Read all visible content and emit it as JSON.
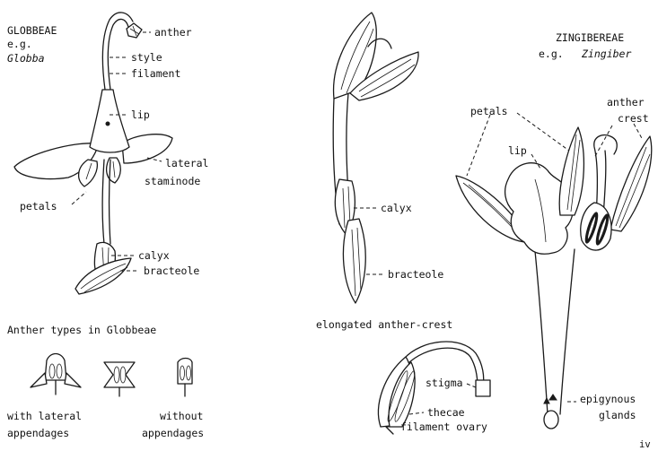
{
  "globbeae": {
    "title": "GLOBBEAE",
    "eg": "e.g.",
    "genus": "Globba",
    "labels": {
      "anther": "anther",
      "style": "style",
      "filament": "filament",
      "lip": "lip",
      "lateral": "lateral",
      "staminode": "staminode",
      "petals": "petals",
      "calyx": "calyx",
      "bracteole": "bracteole"
    }
  },
  "anther_types": {
    "heading": "Anther types in Globbeae",
    "with_line1": "with lateral",
    "with_line2": "appendages",
    "without_line1": "without",
    "without_line2": "appendages"
  },
  "middle": {
    "calyx": "calyx",
    "bracteole": "bracteole",
    "elongated": "elongated anther-crest",
    "stigma": "stigma",
    "thecae": "thecae",
    "filament_ovary": "filament ovary"
  },
  "zingibereae": {
    "title": "ZINGIBEREAE",
    "eg": "e.g.",
    "genus": "Zingiber",
    "labels": {
      "petals": "petals",
      "lip": "lip",
      "anther": "anther",
      "crest": "crest",
      "epigynous": "epigynous",
      "glands": "glands"
    }
  },
  "page_mark": "iv"
}
